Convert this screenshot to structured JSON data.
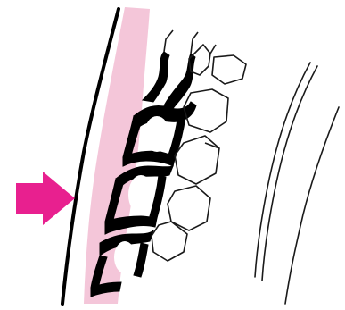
{
  "figure": {
    "arrow": {
      "direction": "right"
    },
    "colors": {
      "background": "#ffffff",
      "outer_layer": "#f4c6d9",
      "arrow": "#e8208f",
      "ink": "#000000",
      "line_cells": "#1a1a1a"
    },
    "layers": [
      {
        "name": "outer-layer",
        "style": "pink-band"
      },
      {
        "name": "dark-cell-layer",
        "style": "black-reticulated-cells"
      },
      {
        "name": "outline-cell-layer",
        "style": "outlined-polygonal-cells"
      },
      {
        "name": "thin-band",
        "style": "parallel-curved-lines"
      }
    ]
  }
}
